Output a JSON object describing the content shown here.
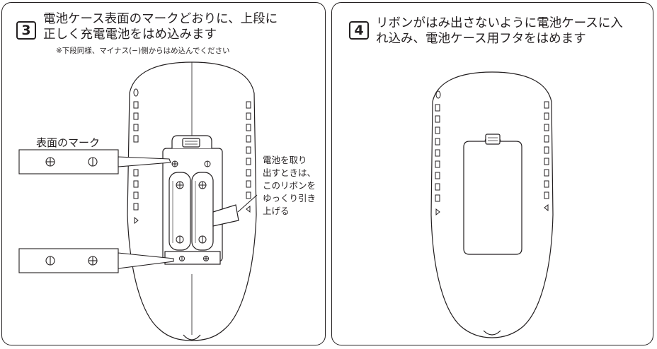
{
  "step3": {
    "number": "3",
    "title_line1": "電池ケース表面のマークどおりに、上段に",
    "title_line2": "正しく充電電池をはめ込みます",
    "note": "※下段同様、マイナス(−)側からはめ込んでください",
    "mark_label": "表面のマーク",
    "callout_lines": [
      "電池を取り",
      "出すときは、",
      "このリボンを",
      "ゆっくり引き",
      "上げる"
    ]
  },
  "step4": {
    "number": "4",
    "title_line1": "リボンがはみ出さないように電池ケースに入",
    "title_line2": "れ込み、電池ケース用フタをはめます"
  }
}
